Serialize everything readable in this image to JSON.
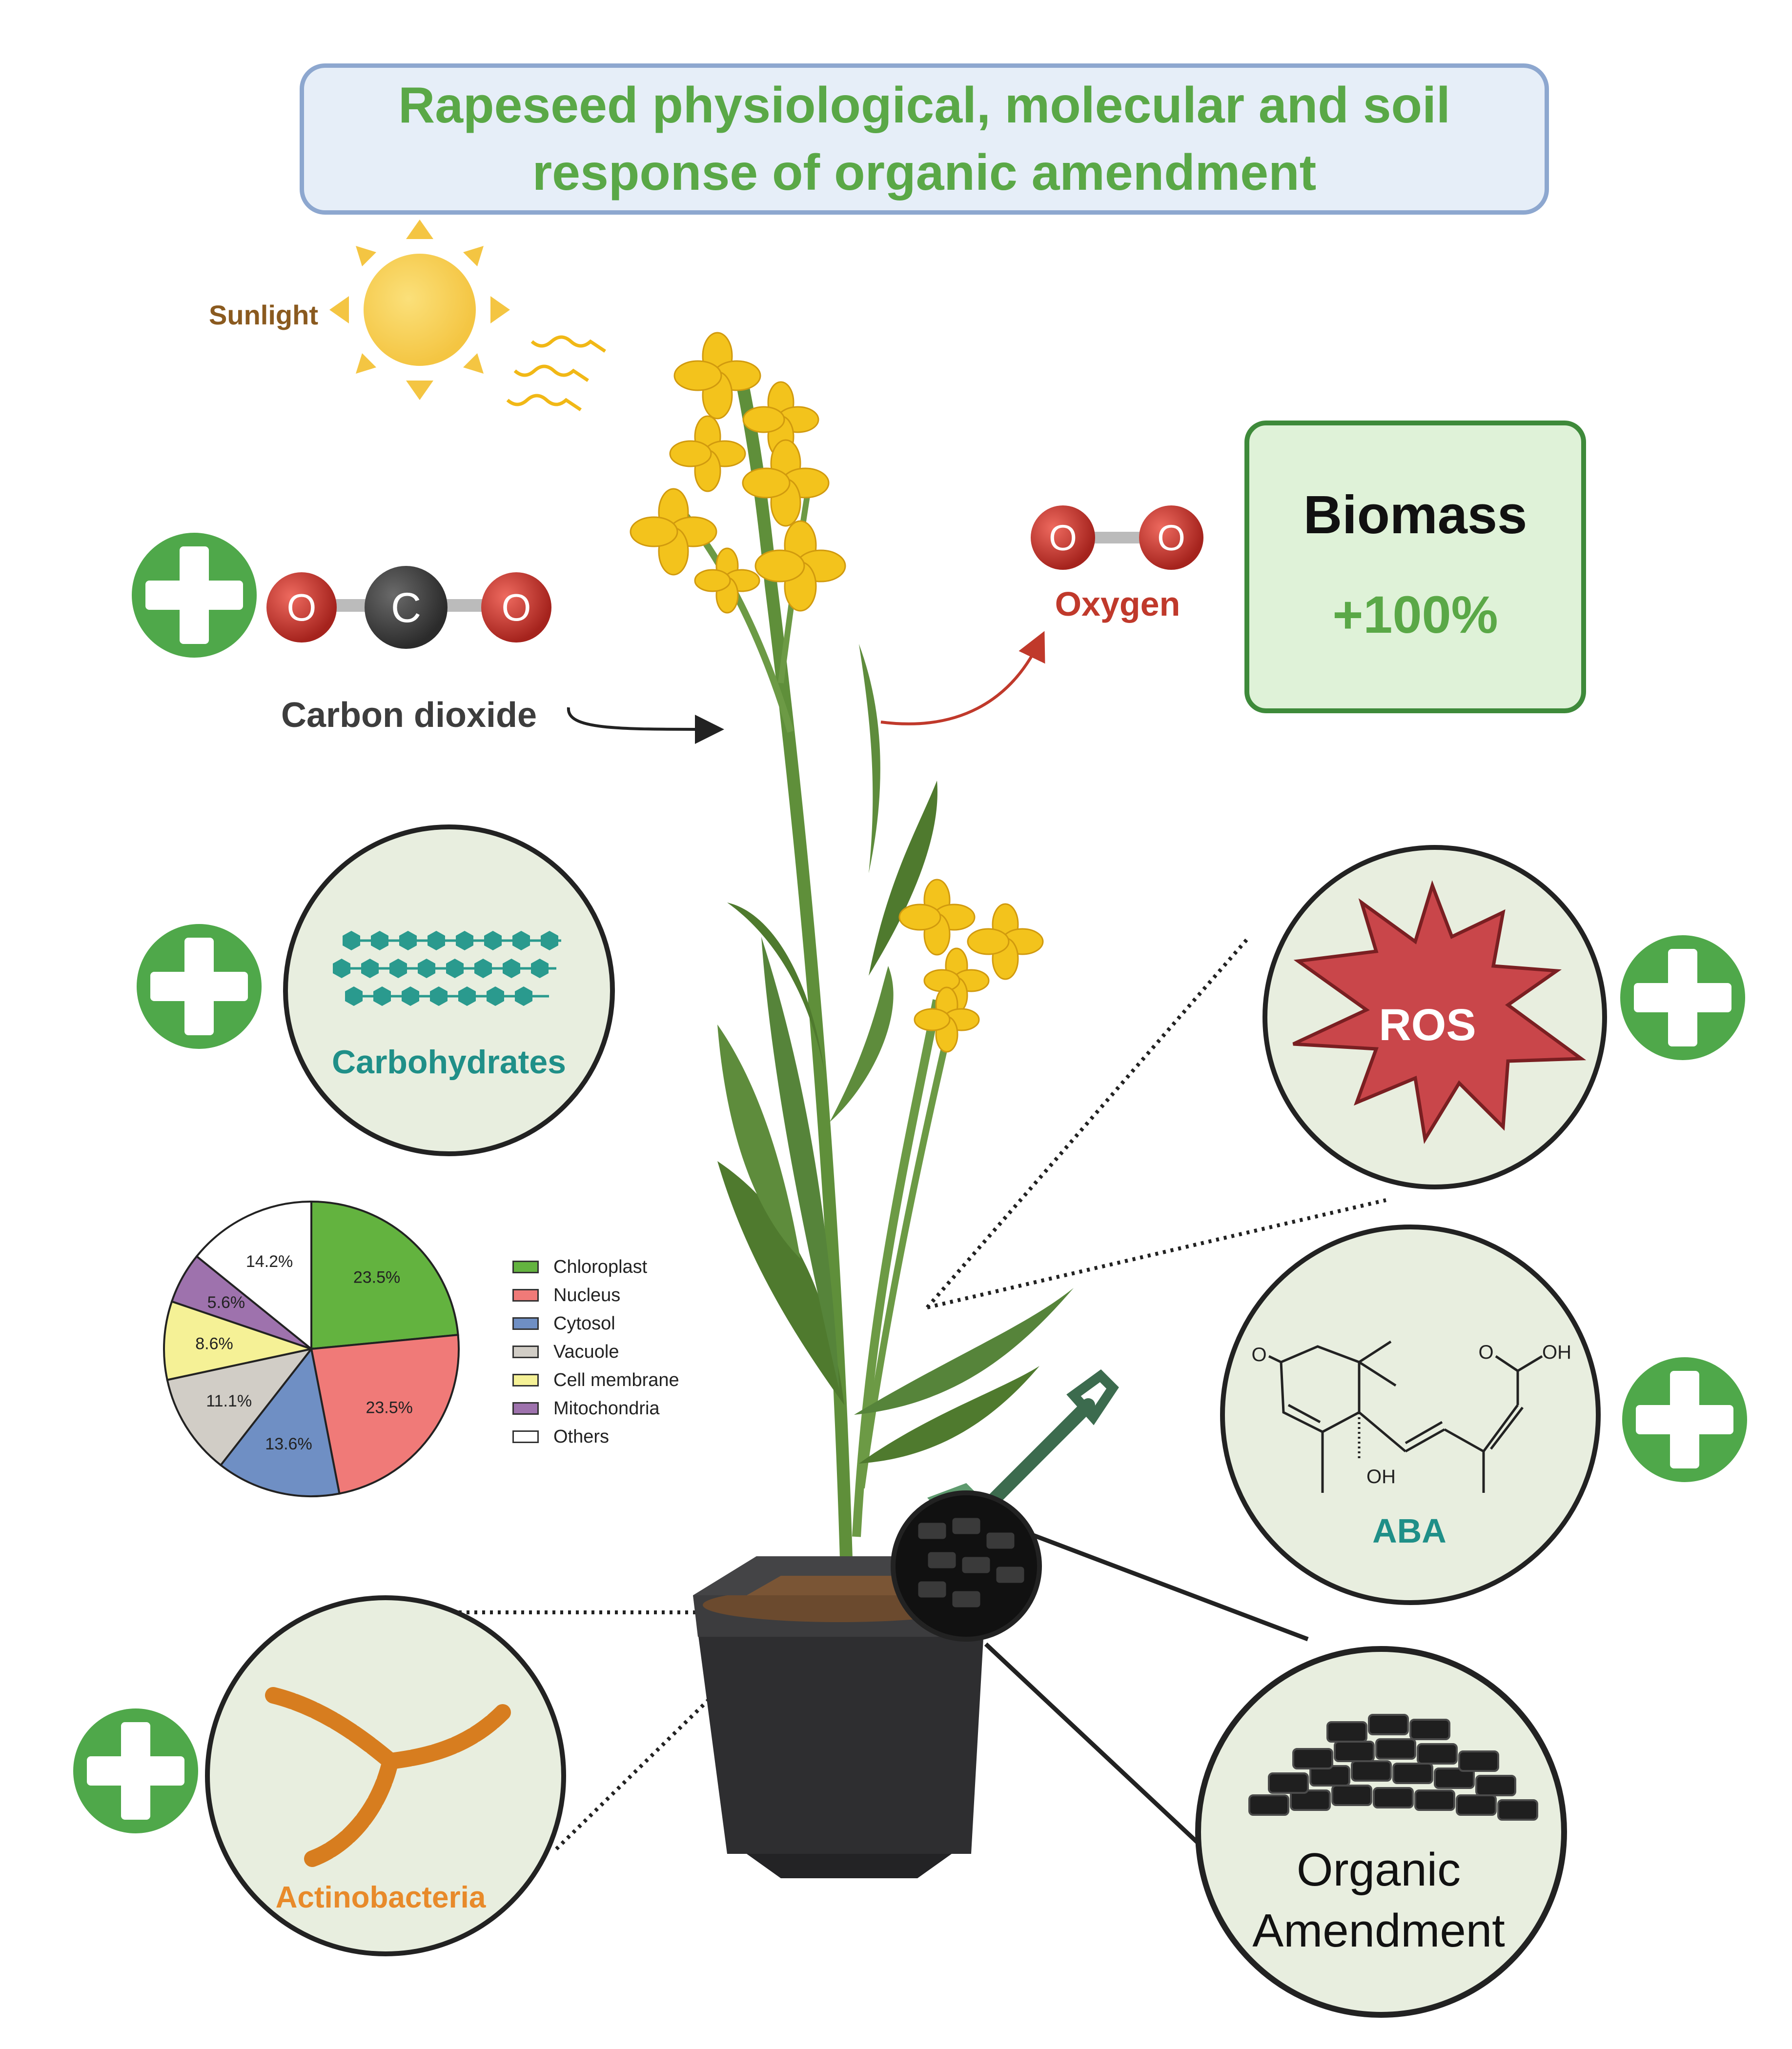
{
  "title": {
    "line1": "Rapeseed physiological, molecular and soil",
    "line2": "response of organic amendment"
  },
  "labels": {
    "sunlight": "Sunlight",
    "carbon_dioxide": "Carbon dioxide",
    "co2_atoms": [
      "O",
      "C",
      "O"
    ],
    "oxygen": "Oxygen",
    "o2_atoms": [
      "O",
      "O"
    ],
    "biomass_title": "Biomass",
    "biomass_value": "+100%",
    "carbohydrates": "Carbohydrates",
    "ros": "ROS",
    "aba": "ABA",
    "actinobacteria": "Actinobacteria",
    "organic_line1": "Organic",
    "organic_line2": "Amendment"
  },
  "aba_structure_labels": {
    "ketone_o": "O",
    "acid_o": "O",
    "acid_oh": "OH",
    "ring_oh": "OH"
  },
  "colors": {
    "title_green": "#5aa847",
    "plus_green": "#4fa84a",
    "teal": "#1f8f88",
    "oxygen_red": "#c0392b",
    "ros_red": "#c9464a",
    "actino_orange": "#e88a2a",
    "sunlight_brown": "#8a5a1f",
    "circle_fill": "#e8eedf"
  },
  "icons": [
    "sun-icon",
    "plus-icon",
    "co2-molecule-icon",
    "o2-molecule-icon",
    "carbohydrate-chain-icon",
    "ros-starburst-icon",
    "aba-structure-icon",
    "actinobacteria-icon",
    "charcoal-pile-icon",
    "shovel-icon",
    "plant-pot-icon",
    "rapeseed-plant-icon"
  ],
  "chart_data": {
    "type": "pie",
    "title": "",
    "slices": [
      {
        "label": "Chloroplast",
        "value": 23.5,
        "display": "23.5%",
        "color": "#63b33f"
      },
      {
        "label": "Nucleus",
        "value": 23.5,
        "display": "23.5%",
        "color": "#f07a78"
      },
      {
        "label": "Cytosol",
        "value": 13.6,
        "display": "13.6%",
        "color": "#6f8fc4"
      },
      {
        "label": "Vacuole",
        "value": 11.1,
        "display": "11.1%",
        "color": "#d1cdc6"
      },
      {
        "label": "Cell membrane",
        "value": 8.6,
        "display": "8.6%",
        "color": "#f5f196"
      },
      {
        "label": "Mitochondria",
        "value": 5.6,
        "display": "5.6%",
        "color": "#9e72ad"
      },
      {
        "label": "Others",
        "value": 14.2,
        "display": "14.2%",
        "color": "#ffffff"
      }
    ],
    "legend_position": "right"
  }
}
